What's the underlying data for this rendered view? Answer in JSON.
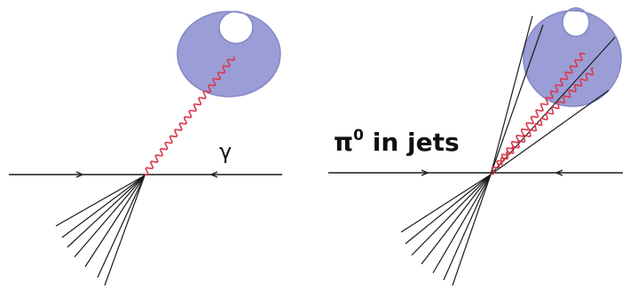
{
  "colors": {
    "background": "#ffffff",
    "detector_ring": "#9b9dd6",
    "photon": "#d93a4a",
    "track": "#1a1a1a"
  },
  "left_panel": {
    "label": "γ"
  },
  "right_panel": {
    "label_main": "π",
    "label_superscript": "0",
    "label_rest": " in jets"
  }
}
